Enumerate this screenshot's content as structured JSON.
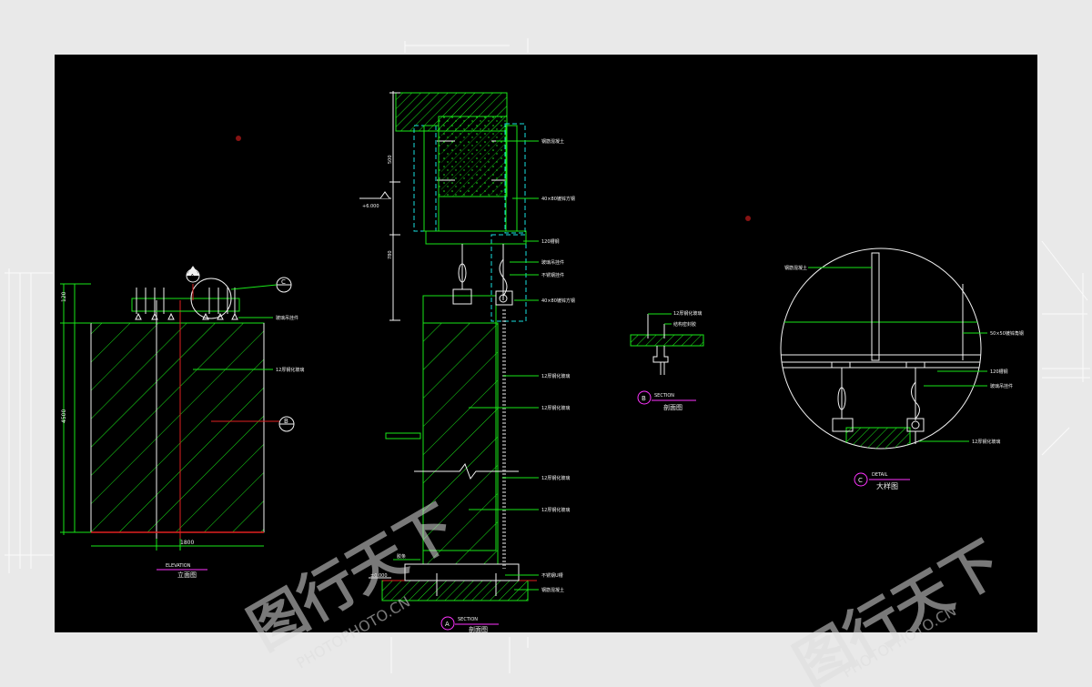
{
  "elevation": {
    "dim_width": "1800",
    "title_en": "ELEVATION",
    "title_cn": "立面图",
    "marker_a": "A",
    "marker_c": "C",
    "marker_b": "B",
    "note_1": "玻璃吊挂件",
    "note_2": "12厚钢化玻璃"
  },
  "section": {
    "marker": "A",
    "title_en": "SECTION",
    "title_cn": "剖面图",
    "level_top": "+6.000",
    "level_bottom": "±0.000",
    "note_left": "胶条",
    "notes": [
      "钢筋混凝土",
      "40×80镀锌方钢",
      "120槽钢",
      "玻璃吊挂件",
      "不锈钢挂件",
      "40×80镀锌方钢",
      "12厚钢化玻璃",
      "12厚钢化玻璃",
      "12厚钢化玻璃",
      "12厚钢化玻璃",
      "不锈钢U槽",
      "钢筋混凝土"
    ]
  },
  "detail_b": {
    "marker": "B",
    "title_en": "SECTION",
    "title_cn": "剖面图",
    "notes": [
      "12厚钢化玻璃",
      "结构密封胶"
    ]
  },
  "detail_c": {
    "marker": "C",
    "title_en": "DETAIL",
    "title_cn": "大样图",
    "notes": [
      "钢筋混凝土",
      "50×50镀锌角钢",
      "120槽钢",
      "玻璃吊挂件",
      "12厚钢化玻璃"
    ]
  },
  "colors": {
    "line": "#19e619",
    "white": "#f2f2f2",
    "cyan": "#18e0e0",
    "magenta": "#ff33ff",
    "red": "#e02020",
    "canvas": "#000000"
  },
  "watermark": {
    "brand": "图行天下",
    "sub": "PHOTOPHOTO.CN"
  }
}
